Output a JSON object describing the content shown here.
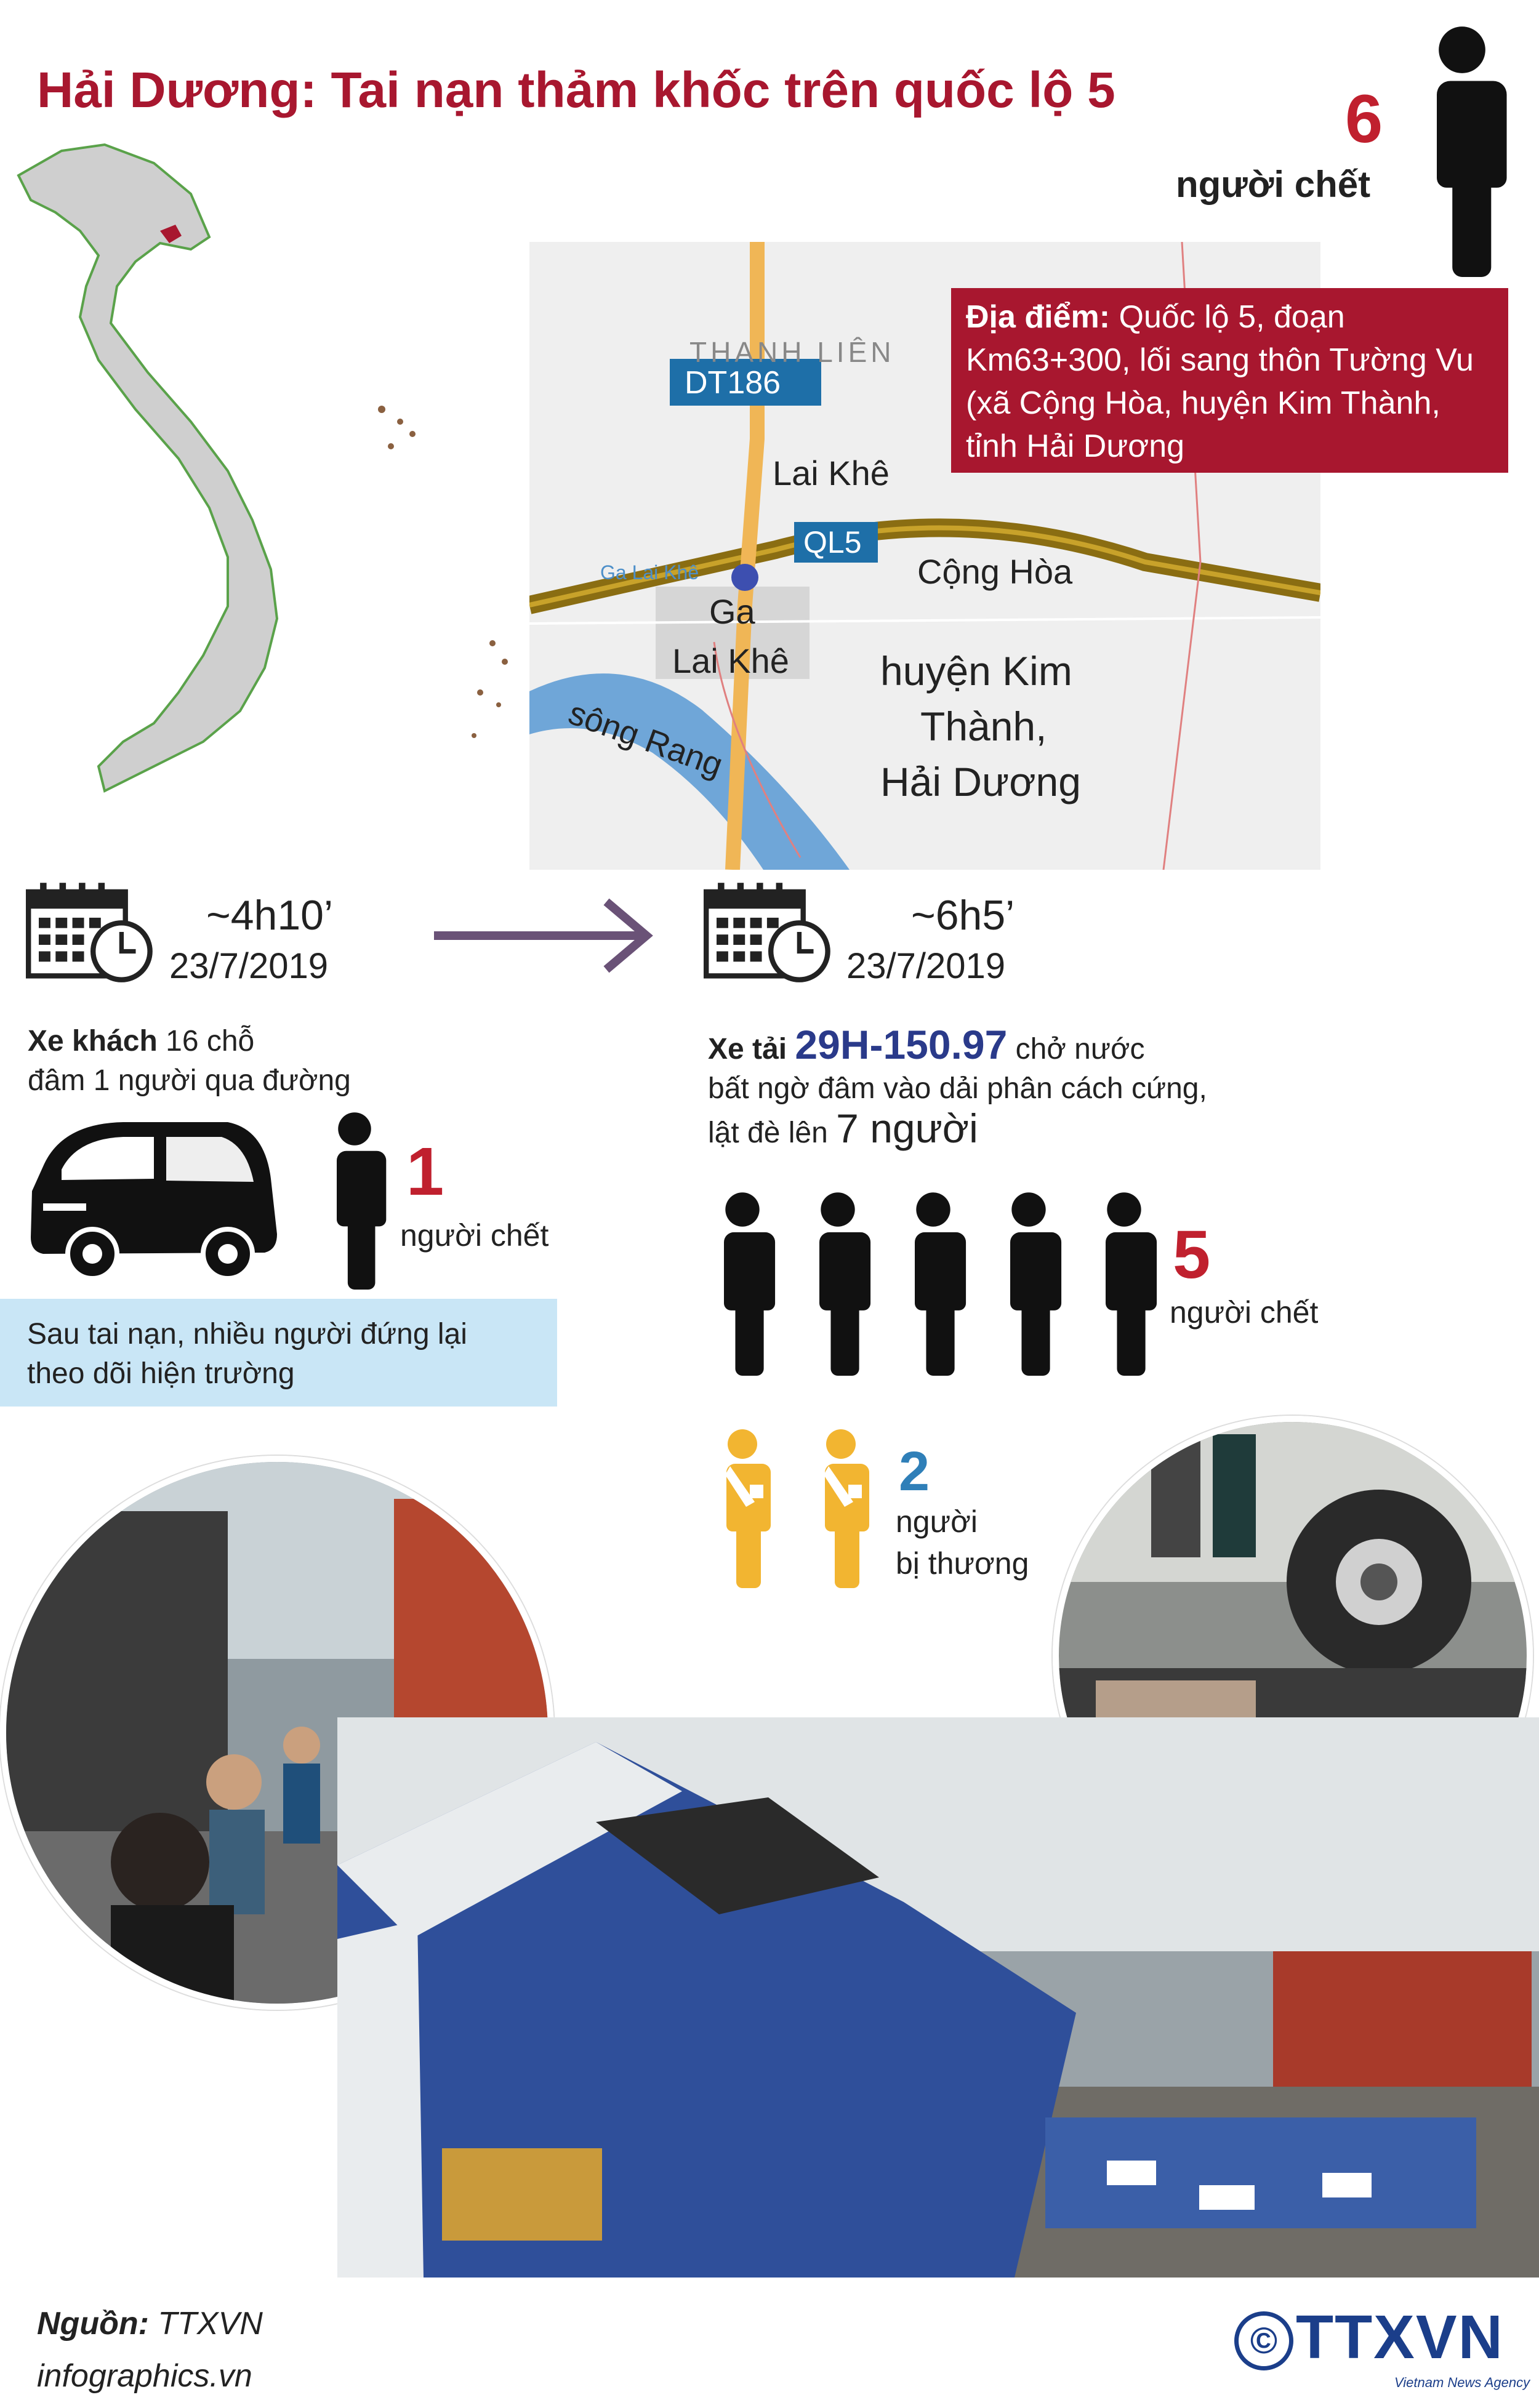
{
  "header": {
    "title": "Hải Dương: Tai nạn thảm khốc trên quốc lộ 5",
    "total_deaths": "6",
    "total_deaths_label": "người chết"
  },
  "location": {
    "heading": "Địa điểm:",
    "text": "Quốc lộ 5, đoạn Km63+300, lối sang thôn Tường Vu (xã Cộng Hòa, huyện Kim Thành, tỉnh Hải Dương"
  },
  "map": {
    "area_label_top": "THANH LIÊN",
    "road_dt186": "DT186",
    "road_ql5": "QL5",
    "lai_khe": "Lai Khê",
    "cong_hoa": "Cộng Hòa",
    "station_small": "Ga Lai Khê",
    "station_line1": "Ga",
    "station_line2": "Lai Khê",
    "district_line1": "huyện Kim",
    "district_line2": "Thành,",
    "district_line3": "Hải Dương",
    "river": "sông Rang"
  },
  "event1": {
    "time": "~4h10’",
    "date": "23/7/2019",
    "vehicle_bold": "Xe khách",
    "vehicle_rest": " 16 chỗ",
    "line2": "đâm 1 người qua đường",
    "deaths": "1",
    "deaths_label": "người chết",
    "note": "Sau tai nạn, nhiều người đứng lại theo dõi hiện trường"
  },
  "event2": {
    "time": "~6h5’",
    "date": "23/7/2019",
    "vehicle_bold": "Xe tải",
    "plate": "29H-150.97",
    "vehicle_rest": " chở nước",
    "line2": "bất ngờ đâm vào dải phân cách cứng,",
    "line3_a": "lật đè lên ",
    "line3_b": "7 người",
    "deaths": "5",
    "deaths_label": "người chết",
    "injured": "2",
    "injured_label_1": "người",
    "injured_label_2": "bị thương"
  },
  "footer": {
    "source_label": "Nguồn:",
    "source": " TTXVN",
    "website": "infographics.vn",
    "copyright": "©",
    "logo": "TTXVN",
    "agency": "Vietnam News Agency"
  },
  "colors": {
    "title_red": "#a8172f",
    "accent_red": "#c0202e",
    "road_gold": "#8a6d12",
    "road_blue_label": "#1e6fa8",
    "map_bg": "#efefef",
    "injured_yellow": "#f2b531",
    "note_blue": "#c9e6f6",
    "plate_blue": "#2a3a8a"
  },
  "icons": [
    "person-icon",
    "injured-person-icon",
    "calendar-clock-icon",
    "arrow-right-icon",
    "van-icon",
    "map-pin-icon"
  ]
}
